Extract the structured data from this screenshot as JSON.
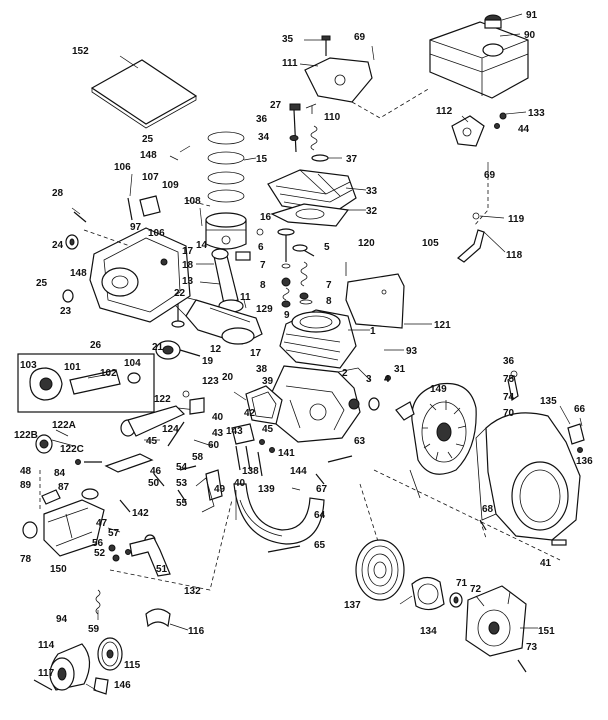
{
  "labels": [
    {
      "id": "91",
      "text": "91"
    },
    {
      "id": "90",
      "text": "90"
    },
    {
      "id": "35",
      "text": "35"
    },
    {
      "id": "69a",
      "text": "69"
    },
    {
      "id": "152",
      "text": "152"
    },
    {
      "id": "111",
      "text": "111"
    },
    {
      "id": "133",
      "text": "133"
    },
    {
      "id": "112",
      "text": "112"
    },
    {
      "id": "44",
      "text": "44"
    },
    {
      "id": "27",
      "text": "27"
    },
    {
      "id": "36a",
      "text": "36"
    },
    {
      "id": "110",
      "text": "110"
    },
    {
      "id": "25a",
      "text": "25"
    },
    {
      "id": "34",
      "text": "34"
    },
    {
      "id": "148a",
      "text": "148"
    },
    {
      "id": "15",
      "text": "15"
    },
    {
      "id": "37",
      "text": "37"
    },
    {
      "id": "69b",
      "text": "69"
    },
    {
      "id": "106a",
      "text": "106"
    },
    {
      "id": "107",
      "text": "107"
    },
    {
      "id": "33",
      "text": "33"
    },
    {
      "id": "28",
      "text": "28"
    },
    {
      "id": "109",
      "text": "109"
    },
    {
      "id": "108",
      "text": "108"
    },
    {
      "id": "32",
      "text": "32"
    },
    {
      "id": "97",
      "text": "97"
    },
    {
      "id": "106b",
      "text": "106"
    },
    {
      "id": "119",
      "text": "119"
    },
    {
      "id": "16",
      "text": "16"
    },
    {
      "id": "24",
      "text": "24"
    },
    {
      "id": "14",
      "text": "14"
    },
    {
      "id": "120",
      "text": "120"
    },
    {
      "id": "105",
      "text": "105"
    },
    {
      "id": "17a",
      "text": "17"
    },
    {
      "id": "6",
      "text": "6"
    },
    {
      "id": "5",
      "text": "5"
    },
    {
      "id": "118",
      "text": "118"
    },
    {
      "id": "18",
      "text": "18"
    },
    {
      "id": "7a",
      "text": "7"
    },
    {
      "id": "148b",
      "text": "148"
    },
    {
      "id": "25b",
      "text": "25"
    },
    {
      "id": "13",
      "text": "13"
    },
    {
      "id": "7b",
      "text": "7"
    },
    {
      "id": "8a",
      "text": "8"
    },
    {
      "id": "8b",
      "text": "8"
    },
    {
      "id": "22",
      "text": "22"
    },
    {
      "id": "11",
      "text": "11"
    },
    {
      "id": "23",
      "text": "23"
    },
    {
      "id": "129",
      "text": "129"
    },
    {
      "id": "9",
      "text": "9"
    },
    {
      "id": "121",
      "text": "121"
    },
    {
      "id": "26",
      "text": "26"
    },
    {
      "id": "1",
      "text": "1"
    },
    {
      "id": "21",
      "text": "21"
    },
    {
      "id": "12",
      "text": "12"
    },
    {
      "id": "17b",
      "text": "17"
    },
    {
      "id": "93",
      "text": "93"
    },
    {
      "id": "103",
      "text": "103"
    },
    {
      "id": "101",
      "text": "101"
    },
    {
      "id": "104",
      "text": "104"
    },
    {
      "id": "102",
      "text": "102"
    },
    {
      "id": "19",
      "text": "19"
    },
    {
      "id": "38",
      "text": "38"
    },
    {
      "id": "2",
      "text": "2"
    },
    {
      "id": "36b",
      "text": "36"
    },
    {
      "id": "31",
      "text": "31"
    },
    {
      "id": "20",
      "text": "20"
    },
    {
      "id": "3",
      "text": "3"
    },
    {
      "id": "4",
      "text": "4"
    },
    {
      "id": "149",
      "text": "149"
    },
    {
      "id": "75",
      "text": "75"
    },
    {
      "id": "123",
      "text": "123"
    },
    {
      "id": "39",
      "text": "39"
    },
    {
      "id": "74",
      "text": "74"
    },
    {
      "id": "122",
      "text": "122"
    },
    {
      "id": "40a",
      "text": "40"
    },
    {
      "id": "135",
      "text": "135"
    },
    {
      "id": "66",
      "text": "66"
    },
    {
      "id": "70",
      "text": "70"
    },
    {
      "id": "42",
      "text": "42"
    },
    {
      "id": "143",
      "text": "143"
    },
    {
      "id": "45a",
      "text": "45"
    },
    {
      "id": "122a",
      "text": "122A"
    },
    {
      "id": "124",
      "text": "124"
    },
    {
      "id": "43",
      "text": "43"
    },
    {
      "id": "122b",
      "text": "122B"
    },
    {
      "id": "122c",
      "text": "122C"
    },
    {
      "id": "60",
      "text": "60"
    },
    {
      "id": "141",
      "text": "141"
    },
    {
      "id": "63",
      "text": "63"
    },
    {
      "id": "45b",
      "text": "45"
    },
    {
      "id": "58",
      "text": "58"
    },
    {
      "id": "136",
      "text": "136"
    },
    {
      "id": "48",
      "text": "48"
    },
    {
      "id": "84",
      "text": "84"
    },
    {
      "id": "46",
      "text": "46"
    },
    {
      "id": "54",
      "text": "54"
    },
    {
      "id": "138",
      "text": "138"
    },
    {
      "id": "144",
      "text": "144"
    },
    {
      "id": "89",
      "text": "89"
    },
    {
      "id": "87",
      "text": "87"
    },
    {
      "id": "50",
      "text": "50"
    },
    {
      "id": "53",
      "text": "53"
    },
    {
      "id": "40b",
      "text": "40"
    },
    {
      "id": "49",
      "text": "49"
    },
    {
      "id": "139",
      "text": "139"
    },
    {
      "id": "67",
      "text": "67"
    },
    {
      "id": "55",
      "text": "55"
    },
    {
      "id": "47",
      "text": "47"
    },
    {
      "id": "68",
      "text": "68"
    },
    {
      "id": "142",
      "text": "142"
    },
    {
      "id": "64",
      "text": "64"
    },
    {
      "id": "57",
      "text": "57"
    },
    {
      "id": "78",
      "text": "78"
    },
    {
      "id": "56",
      "text": "56"
    },
    {
      "id": "65",
      "text": "65"
    },
    {
      "id": "52",
      "text": "52"
    },
    {
      "id": "41",
      "text": "41"
    },
    {
      "id": "150",
      "text": "150"
    },
    {
      "id": "51",
      "text": "51"
    },
    {
      "id": "132",
      "text": "132"
    },
    {
      "id": "71",
      "text": "71"
    },
    {
      "id": "72",
      "text": "72"
    },
    {
      "id": "137",
      "text": "137"
    },
    {
      "id": "94",
      "text": "94"
    },
    {
      "id": "59",
      "text": "59"
    },
    {
      "id": "116",
      "text": "116"
    },
    {
      "id": "134",
      "text": "134"
    },
    {
      "id": "151",
      "text": "151"
    },
    {
      "id": "114",
      "text": "114"
    },
    {
      "id": "73",
      "text": "73"
    },
    {
      "id": "115",
      "text": "115"
    },
    {
      "id": "117",
      "text": "117"
    },
    {
      "id": "146",
      "text": "146"
    }
  ]
}
